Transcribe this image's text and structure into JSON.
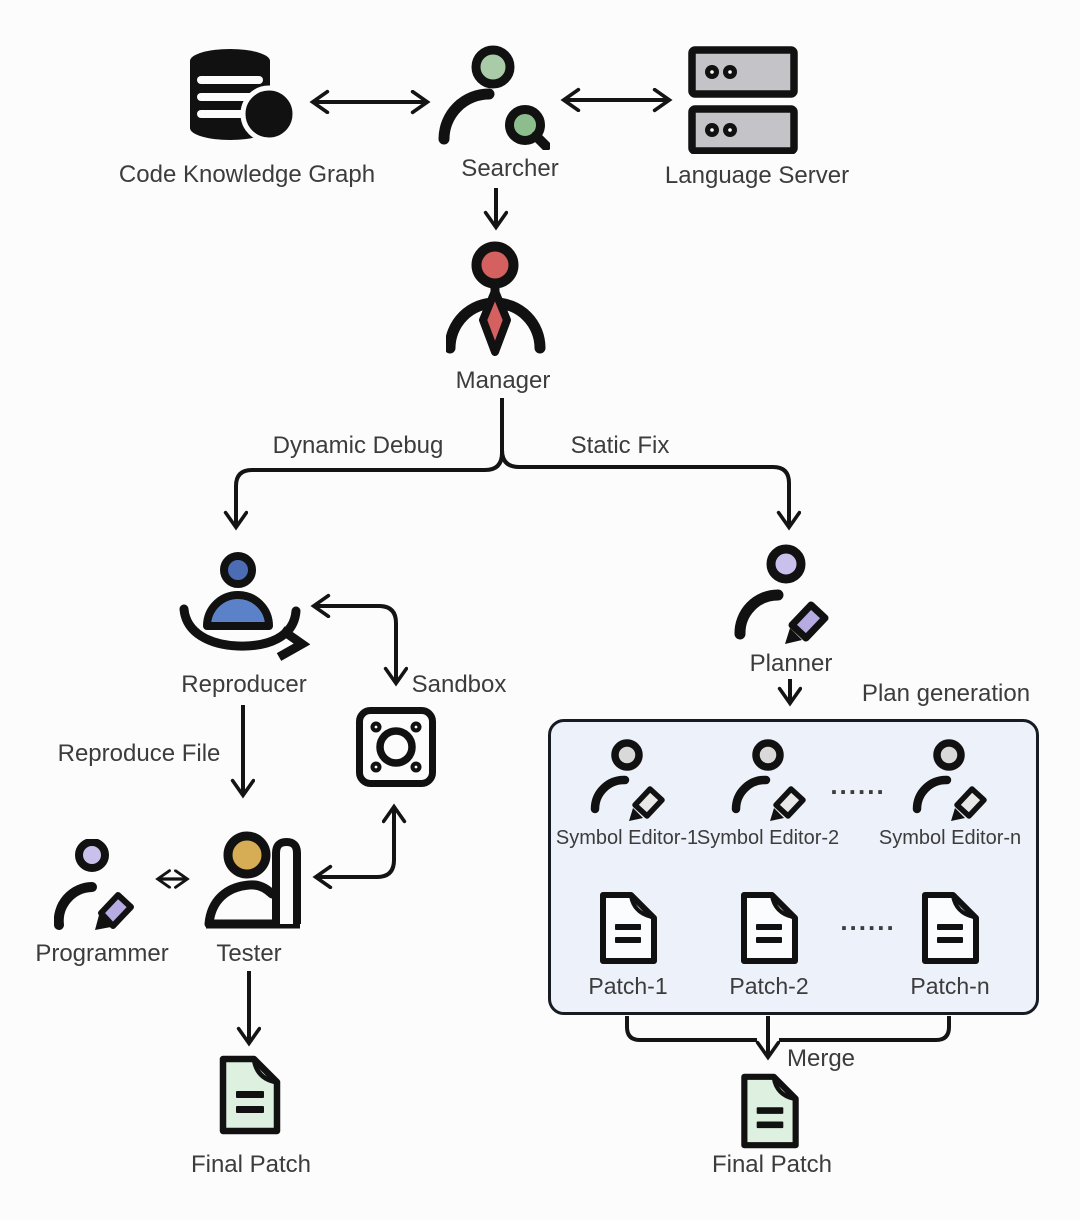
{
  "nodes": {
    "code_knowledge_graph": "Code Knowledge Graph",
    "searcher": "Searcher",
    "language_server": "Language Server",
    "manager": "Manager",
    "reproducer": "Reproducer",
    "sandbox": "Sandbox",
    "programmer": "Programmer",
    "tester": "Tester",
    "final_patch_left": "Final Patch",
    "planner": "Planner",
    "final_patch_right": "Final Patch"
  },
  "edges": {
    "dynamic_debug": "Dynamic Debug",
    "static_fix": "Static Fix",
    "reproduce_file": "Reproduce File",
    "merge": "Merge"
  },
  "plan_box": {
    "title": "Plan generation",
    "editors": [
      "Symbol Editor-1",
      "Symbol Editor-2",
      "Symbol Editor-n"
    ],
    "patches": [
      "Patch-1",
      "Patch-2",
      "Patch-n"
    ],
    "ellipsis": "......"
  },
  "palette": {
    "line": "#141414",
    "text": "#3c3c3c",
    "searcher_green": "#a9cba8",
    "magnifier_green": "#8dbd8d",
    "manager_red": "#d4605f",
    "reproducer_blue_head": "#4c6cb4",
    "reproducer_blue_body": "#5b82c8",
    "purple_head": "#c9c0ec",
    "purple_pencil": "#b7abe4",
    "tester_gold": "#d6ad55",
    "editor_gray": "#d9d9d9",
    "server_gray": "#c4c4c8",
    "patch_green": "#def0df",
    "plan_box_fill": "#edf1fa"
  }
}
